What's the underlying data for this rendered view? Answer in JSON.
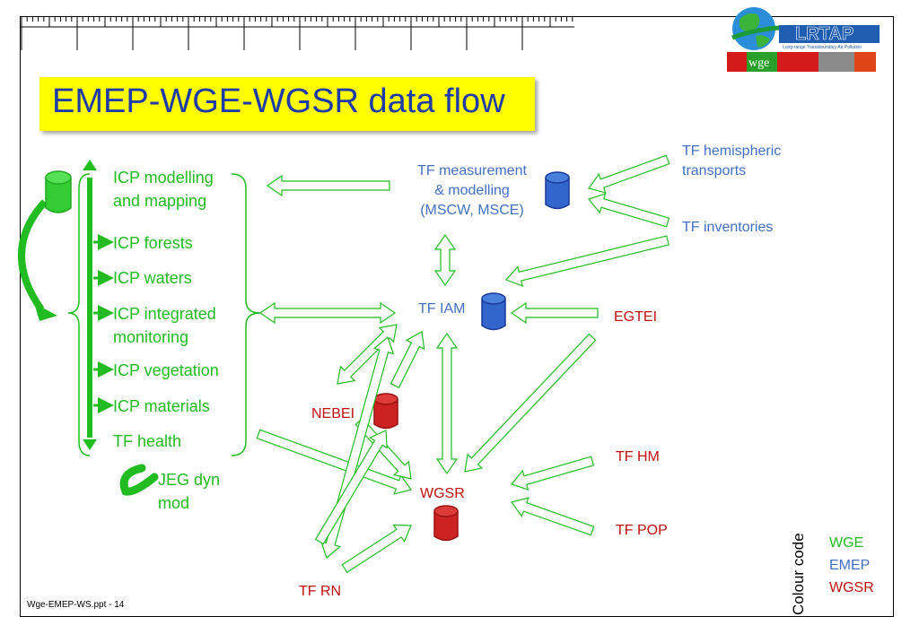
{
  "slide": {
    "title": "EMEP-WGE-WGSR data flow",
    "footer": "Wge-EMEP-WS.ppt - 14"
  },
  "logo": {
    "brand": "LRTAP",
    "tagline": "Long-range Transboundary Air Pollution",
    "sub": "wge"
  },
  "wge_nodes": {
    "icp_modelling": [
      "ICP modelling",
      "and mapping"
    ],
    "icp_forests": "ICP forests",
    "icp_waters": "ICP waters",
    "icp_integrated": [
      "ICP integrated",
      "monitoring"
    ],
    "icp_vegetation": "ICP vegetation",
    "icp_materials": "ICP materials",
    "tf_health": "TF health",
    "jeg": [
      "JEG dyn",
      "mod"
    ]
  },
  "emep_nodes": {
    "tf_measurement": [
      "TF measurement",
      "& modelling",
      "(MSCW, MSCE)"
    ],
    "tf_hemispheric": [
      "TF hemispheric",
      "transports"
    ],
    "tf_inventories": "TF inventories",
    "tf_iam": "TF IAM"
  },
  "wgsr_nodes": {
    "egtei": "EGTEI",
    "nebei": "NEBEI",
    "wgsr": "WGSR",
    "tf_hm": "TF HM",
    "tf_pop": "TF POP",
    "tf_rn": "TF RN"
  },
  "legend": {
    "title": "Colour code",
    "items": [
      {
        "label": "WGE",
        "color": "#22bb22"
      },
      {
        "label": "EMEP",
        "color": "#4470c4"
      },
      {
        "label": "WGSR",
        "color": "#c01010"
      }
    ]
  },
  "colors": {
    "wge": "#22bb22",
    "emep": "#4470c4",
    "wgsr": "#c01010",
    "title_bg": "#ffff00",
    "title_text": "#1f3ba8"
  }
}
